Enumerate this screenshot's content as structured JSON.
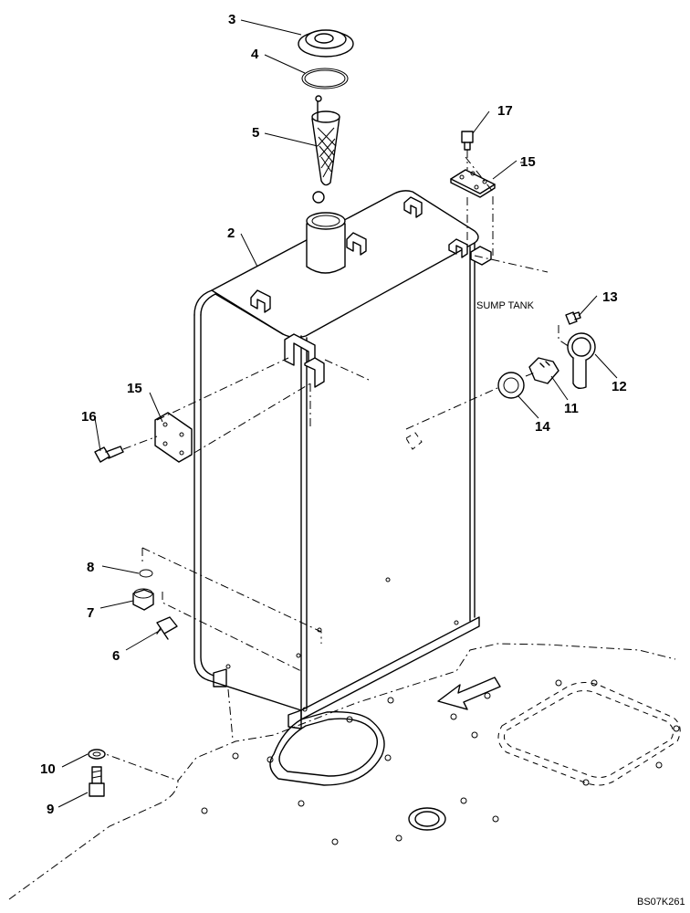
{
  "diagram": {
    "note": "SUMP TANK",
    "drawing_code": "BS07K261"
  },
  "callouts": [
    {
      "id": "3",
      "text": "3"
    },
    {
      "id": "4",
      "text": "4"
    },
    {
      "id": "5",
      "text": "5"
    },
    {
      "id": "2",
      "text": "2"
    },
    {
      "id": "17",
      "text": "17"
    },
    {
      "id": "15a",
      "text": "15"
    },
    {
      "id": "13",
      "text": "13"
    },
    {
      "id": "12",
      "text": "12"
    },
    {
      "id": "11",
      "text": "11"
    },
    {
      "id": "14",
      "text": "14"
    },
    {
      "id": "15b",
      "text": "15"
    },
    {
      "id": "16",
      "text": "16"
    },
    {
      "id": "8",
      "text": "8"
    },
    {
      "id": "7",
      "text": "7"
    },
    {
      "id": "6",
      "text": "6"
    },
    {
      "id": "10",
      "text": "10"
    },
    {
      "id": "9",
      "text": "9"
    }
  ]
}
